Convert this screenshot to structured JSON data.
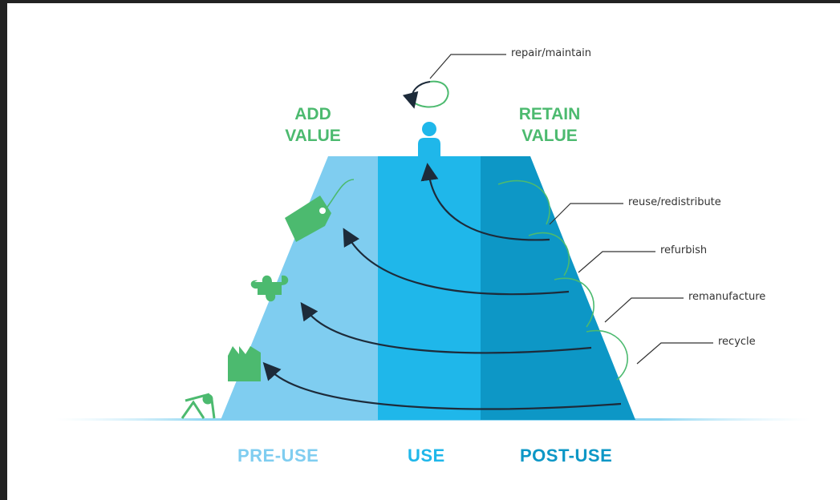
{
  "headings": {
    "add_value": [
      "ADD",
      "VALUE"
    ],
    "retain_value": [
      "RETAIN",
      "VALUE"
    ]
  },
  "phases": {
    "pre_use": "PRE-USE",
    "use": "USE",
    "post_use": "POST-USE"
  },
  "callouts": {
    "repair": "repair/maintain",
    "reuse": "reuse/redistribute",
    "refurbish": "refurbish",
    "remanufacture": "remanufacture",
    "recycle": "recycle"
  },
  "colors": {
    "pre_use": "#7fcdf0",
    "use": "#1fb7ea",
    "post_use": "#0d97c6",
    "green": "#4cba6f",
    "arrow": "#1d2b3a"
  },
  "icons": [
    "oil-pump-icon",
    "factory-icon",
    "puzzle-piece-icon",
    "price-tag-icon",
    "person-icon"
  ]
}
